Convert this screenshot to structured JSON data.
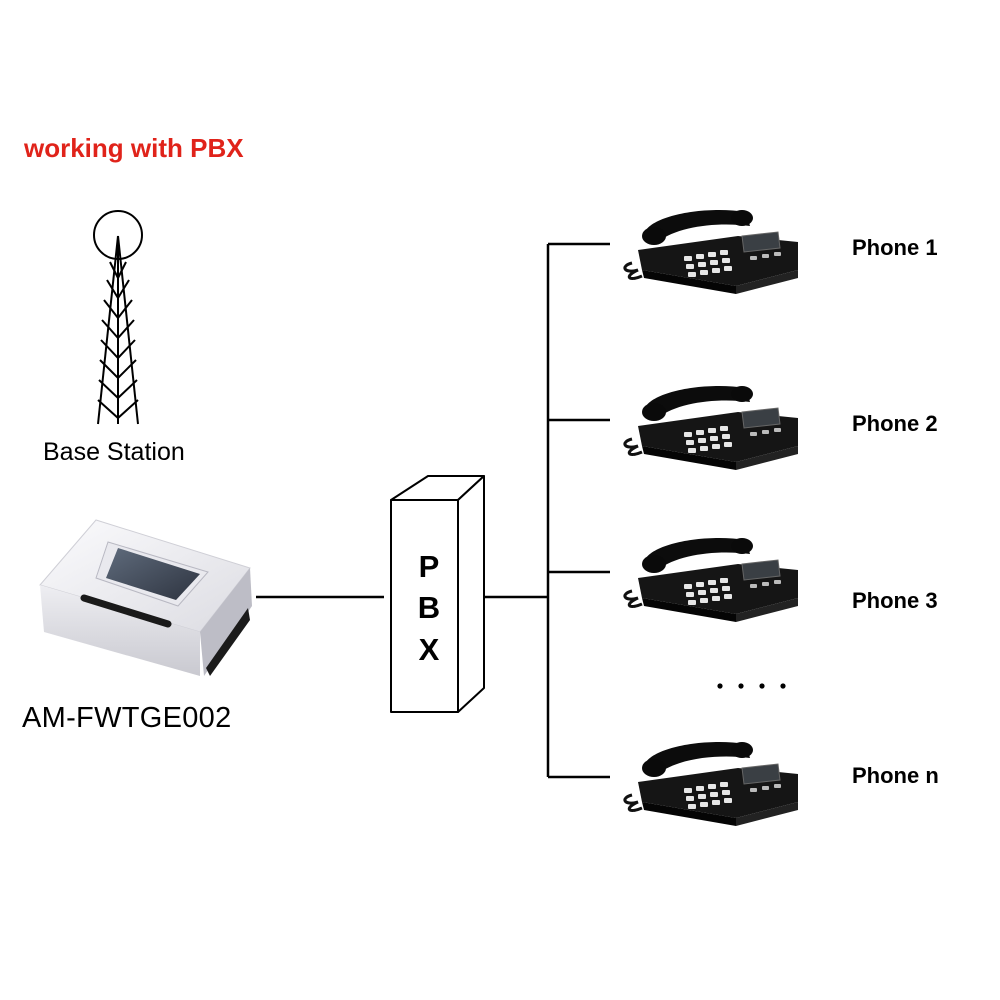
{
  "title": "working with PBX",
  "base_station": {
    "label": "Base Station"
  },
  "gateway": {
    "model": "AM-FWTGE002"
  },
  "pbx": {
    "letters": [
      "P",
      "B",
      "X"
    ]
  },
  "phones": [
    {
      "label": "Phone 1"
    },
    {
      "label": "Phone 2"
    },
    {
      "label": "Phone 3"
    },
    {
      "label": "Phone n"
    }
  ],
  "ellipsis": "....",
  "colors": {
    "title": "#e0231a",
    "lines": "#000000",
    "device_body": "#f2f2f4",
    "phone_body": "#111111"
  }
}
